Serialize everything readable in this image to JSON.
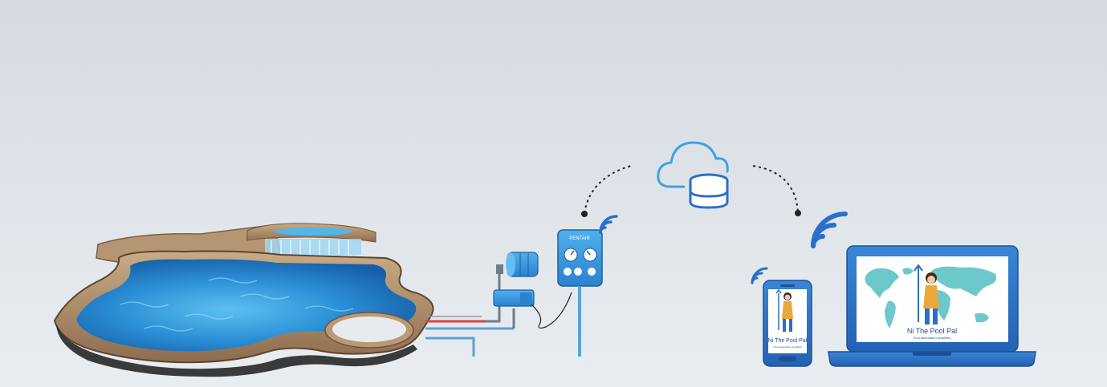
{
  "controller": {
    "brand": "PENTAIR"
  },
  "app": {
    "title": "Ni The Pool Pal",
    "tagline": "Pool automation simplified"
  },
  "colors": {
    "accent": "#2a6fc9",
    "icon_blue": "#3fa2e0",
    "pipe_red": "#d9404e",
    "pipe_blue": "#5aa3d8",
    "water": "#2b8fd6",
    "screen_map": "#5ec3c6"
  }
}
